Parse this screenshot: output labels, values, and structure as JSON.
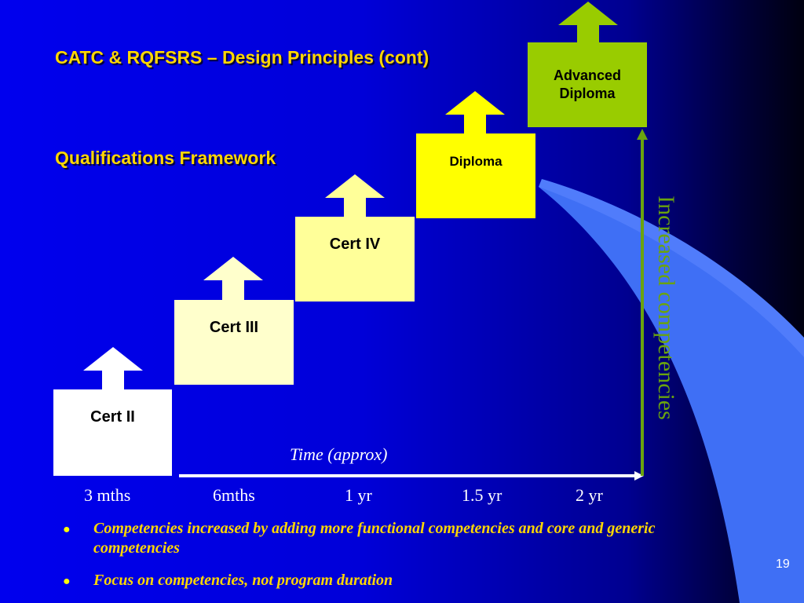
{
  "title": {
    "line1": "CATC & RQFSRS –  Design Principles (cont)",
    "line2": "Qualifications Framework"
  },
  "levels": [
    {
      "label": "Cert II",
      "color": "#ffffff"
    },
    {
      "label": "Cert III",
      "color": "#ffffcc"
    },
    {
      "label": "Cert IV",
      "color": "#ffff99"
    },
    {
      "label": "Diploma",
      "color": "#ffff00"
    },
    {
      "label_line1": "Advanced",
      "label_line2": "Diploma",
      "color": "#99cc00"
    }
  ],
  "axis": {
    "time_label": "Time (approx)",
    "vertical_label": "Increased competencies",
    "durations": [
      "3 mths",
      "6mths",
      "1 yr",
      "1.5 yr",
      "2 yr"
    ]
  },
  "bullets": [
    "Competencies increased by adding more functional competencies and core and generic competencies",
    "Focus on competencies, not program duration"
  ],
  "page_number": "19",
  "colors": {
    "background": "#0000dd",
    "title": "#ffd700",
    "vertical_axis": "#6aa30f",
    "bullet_text": "#ffd700"
  }
}
